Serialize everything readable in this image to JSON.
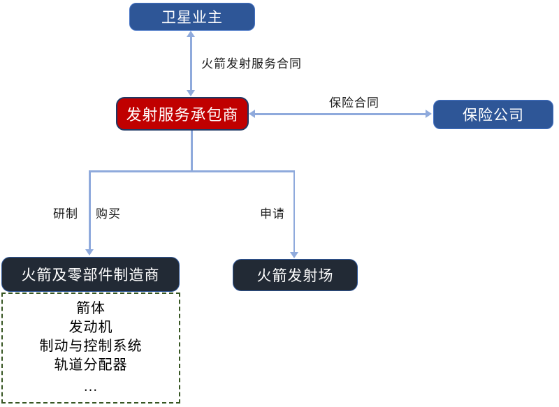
{
  "diagram": {
    "title": "rocket-launch-service-relationship-diagram",
    "nodes": {
      "satellite_owner": {
        "label": "卫星业主",
        "fill": "#2E5697"
      },
      "contractor": {
        "label": "发射服务承包商",
        "fill": "#C00000"
      },
      "insurance_company": {
        "label": "保险公司",
        "fill": "#2E5697"
      },
      "manufacturer": {
        "label": "火箭及零部件制造商",
        "fill": "#222A35"
      },
      "launch_site": {
        "label": "火箭发射场",
        "fill": "#222A35"
      }
    },
    "edges": {
      "launch_contract": {
        "label": "火箭发射服务合同",
        "from": "satellite_owner",
        "to": "contractor",
        "direction": "bidirectional"
      },
      "insurance_contract": {
        "label": "保险合同",
        "from": "contractor",
        "to": "insurance_company",
        "direction": "bidirectional"
      },
      "develop": {
        "label": "研制",
        "from": "contractor",
        "to": "manufacturer"
      },
      "purchase": {
        "label": "购买",
        "from": "contractor",
        "to": "manufacturer"
      },
      "apply": {
        "label": "申请",
        "from": "contractor",
        "to": "launch_site"
      }
    },
    "parts_box": {
      "items": [
        "箭体",
        "发动机",
        "制动与控制系统",
        "轨道分配器",
        "…"
      ]
    },
    "colors": {
      "arrow": "#8FAADC",
      "blue_fill": "#2E5697",
      "blue_border": "#4472C4",
      "red_fill": "#C00000",
      "red_border": "#203864",
      "dark_fill": "#222A35",
      "dashed_border": "#375623",
      "label_text": "#1a1a1a",
      "node_text": "#ffffff",
      "background": "#ffffff"
    }
  }
}
